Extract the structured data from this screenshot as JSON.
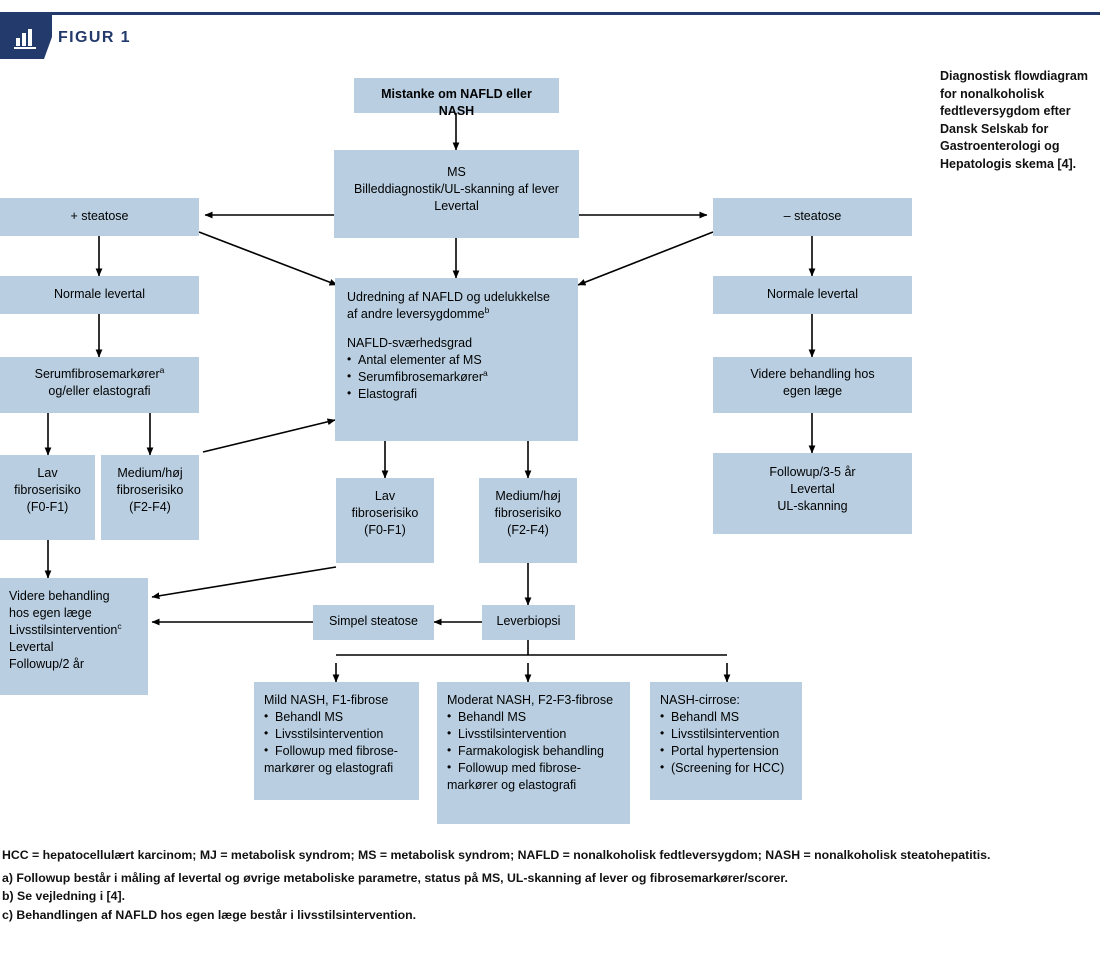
{
  "header": {
    "label": "FIGUR 1",
    "icon": "bar-chart-icon",
    "accent_color": "#233a6c"
  },
  "caption": "Diagnostisk flowdiagram for nonalkoholisk fedtleversygdom efter Dansk Selskab for Gastroenterologi og Hepatologis skema [4].",
  "colors": {
    "node_fill": "#b9cfe1",
    "accent": "#233a6c",
    "arrow": "#000000",
    "text": "#000000"
  },
  "nodes": {
    "suspicion": "Mistanke om NAFLD eller NASH",
    "ms_line1": "MS",
    "ms_line2": "Billeddiagnostik/UL-skanning af lever",
    "ms_line3": "Levertal",
    "steatose_pos": "+ steatose",
    "steatose_neg": "– steatose",
    "normale_levertal_left": "Normale levertal",
    "normale_levertal_right": "Normale levertal",
    "serum_line1": "Serumfibrosemarkører",
    "serum_sup1": "a",
    "serum_line2": "og/eller elastografi",
    "workup_line1": "Udredning af NAFLD og udelukkelse",
    "workup_line2": "af andre leversygdomme",
    "workup_sup": "b",
    "workup_heading": "NAFLD-sværhedsgrad",
    "workup_bullets": [
      "Antal elementer af MS",
      "Serumfibrosemarkører",
      "Elastografi"
    ],
    "workup_bullet2_sup": "a",
    "risk_low_left": [
      "Lav",
      "fibroserisiko",
      "(F0-F1)"
    ],
    "risk_high_left": [
      "Medium/høj",
      "fibroserisiko",
      "(F2-F4)"
    ],
    "risk_low_center": [
      "Lav",
      "fibroserisiko",
      "(F0-F1)"
    ],
    "risk_high_center": [
      "Medium/høj",
      "fibroserisiko",
      "(F2-F4)"
    ],
    "videre_right_line1": "Videre behandling hos",
    "videre_right_line2": "egen læge",
    "followup_right": [
      "Followup/3-5 år",
      "Levertal",
      "UL-skanning"
    ],
    "videre_left": [
      "Videre behandling",
      "hos egen læge",
      "Livsstilsintervention",
      "Levertal",
      "Followup/2 år"
    ],
    "videre_left_sup": "c",
    "simpel_steatose": "Simpel steatose",
    "leverbiopsi": "Leverbiopsi",
    "outcome_mild": {
      "title": "Mild NASH, F1-fibrose",
      "bullets": [
        "Behandl MS",
        "Livsstilsintervention",
        "Followup med fibrose-"
      ],
      "continuation": "markører og elastografi"
    },
    "outcome_moderate": {
      "title": "Moderat NASH, F2-F3-fibrose",
      "bullets": [
        "Behandl MS",
        "Livsstilsintervention",
        "Farmakologisk behandling",
        "Followup med fibrose-"
      ],
      "continuation": "markører og elastografi"
    },
    "outcome_cirrhosis": {
      "title": "NASH-cirrose:",
      "bullets": [
        "Behandl MS",
        "Livsstilsintervention",
        "Portal hypertension",
        "(Screening for HCC)"
      ],
      "continuation": ""
    }
  },
  "footnotes": {
    "abbreviations": "HCC = hepatocellulært karcinom; MJ = metabolisk syndrom; MS = metabolisk syndrom; NAFLD = nonalkoholisk fedtleversygdom; NASH = nonalkoholisk steatohepatitis.",
    "a": "a) Followup består i måling af levertal og øvrige metaboliske parametre, status på MS, UL-skanning af lever og fibrosemarkører/scorer.",
    "b": "b) Se vejledning i [4].",
    "c": "c) Behandlingen af NAFLD hos egen læge består i livsstilsintervention."
  }
}
